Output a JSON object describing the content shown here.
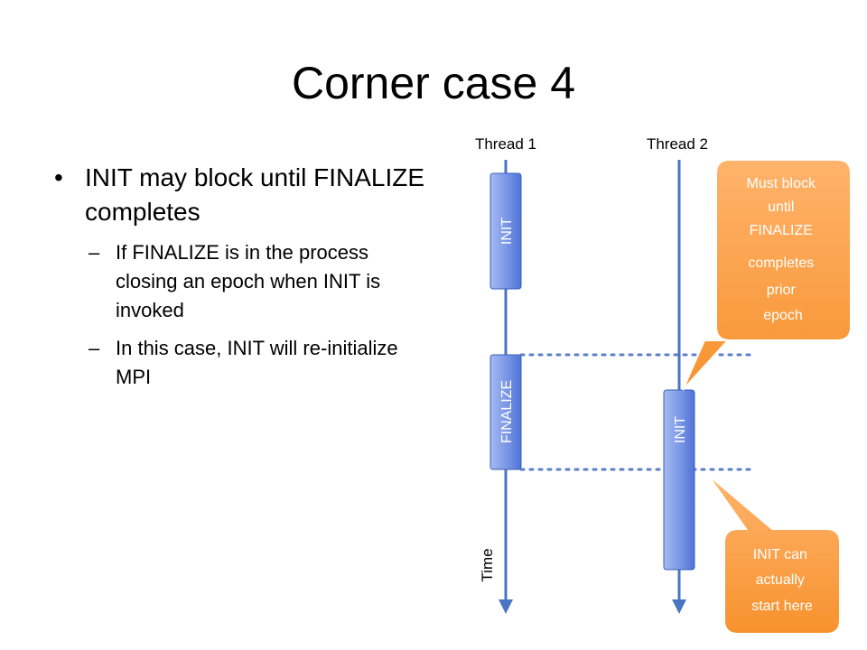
{
  "slide": {
    "title": "Corner case 4",
    "bullets": [
      {
        "text": "INIT may block until FINALIZE completes",
        "sub": [
          "If FINALIZE is in the process closing an epoch when INIT is invoked",
          "In this case, INIT will re-initialize MPI"
        ]
      }
    ]
  },
  "diagram": {
    "thread1_label": "Thread 1",
    "thread2_label": "Thread 2",
    "time_label": "Time",
    "t1_box1": "INIT",
    "t1_box2": "FINALIZE",
    "t2_box": "INIT",
    "callout_top": [
      "Must block",
      "until",
      "FINALIZE",
      "completes",
      "prior",
      "epoch"
    ],
    "callout_bottom": [
      "INIT can",
      "actually",
      "start here"
    ]
  },
  "colors": {
    "line": "#4a74c4",
    "box_fill_light": "#a6b9f0",
    "box_fill_dark": "#4f74d8",
    "callout_fill_light": "#ffb36b",
    "callout_fill_dark": "#f7922e",
    "dotted": "#5b7fc7"
  }
}
